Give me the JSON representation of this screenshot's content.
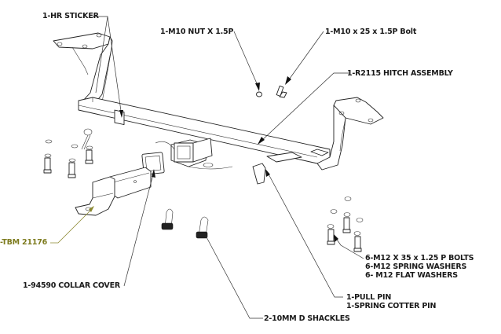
{
  "diagram": {
    "type": "exploded-assembly",
    "subject": "Tow hitch installation kit",
    "accent_colors": {
      "line": "#222222",
      "highlight_label": "#7d7b1e"
    },
    "callouts": [
      {
        "id": "hr-sticker",
        "lines": [
          "1-HR STICKER"
        ]
      },
      {
        "id": "m10-nut",
        "lines": [
          "1-M10 NUT X 1.5P"
        ]
      },
      {
        "id": "m10-bolt",
        "lines": [
          "1-M10 x 25 x 1.5P Bolt"
        ]
      },
      {
        "id": "hitch-assembly",
        "lines": [
          "1-R2115 HITCH ASSEMBLY"
        ]
      },
      {
        "id": "tow-ball-mount",
        "lines": [
          "-TBM 21176"
        ],
        "highlighted": true
      },
      {
        "id": "collar-cover",
        "lines": [
          "1-94590 COLLAR COVER"
        ]
      },
      {
        "id": "m12-hardware",
        "lines": [
          "6-M12 X 35 x 1.25 P BOLTS",
          "6-M12 SPRING WASHERS",
          "6- M12 FLAT WASHERS"
        ]
      },
      {
        "id": "pins",
        "lines": [
          "1-PULL PIN",
          "1-SPRING COTTER PIN"
        ]
      },
      {
        "id": "d-shackles",
        "lines": [
          "2-10MM D SHACKLES"
        ]
      }
    ]
  }
}
